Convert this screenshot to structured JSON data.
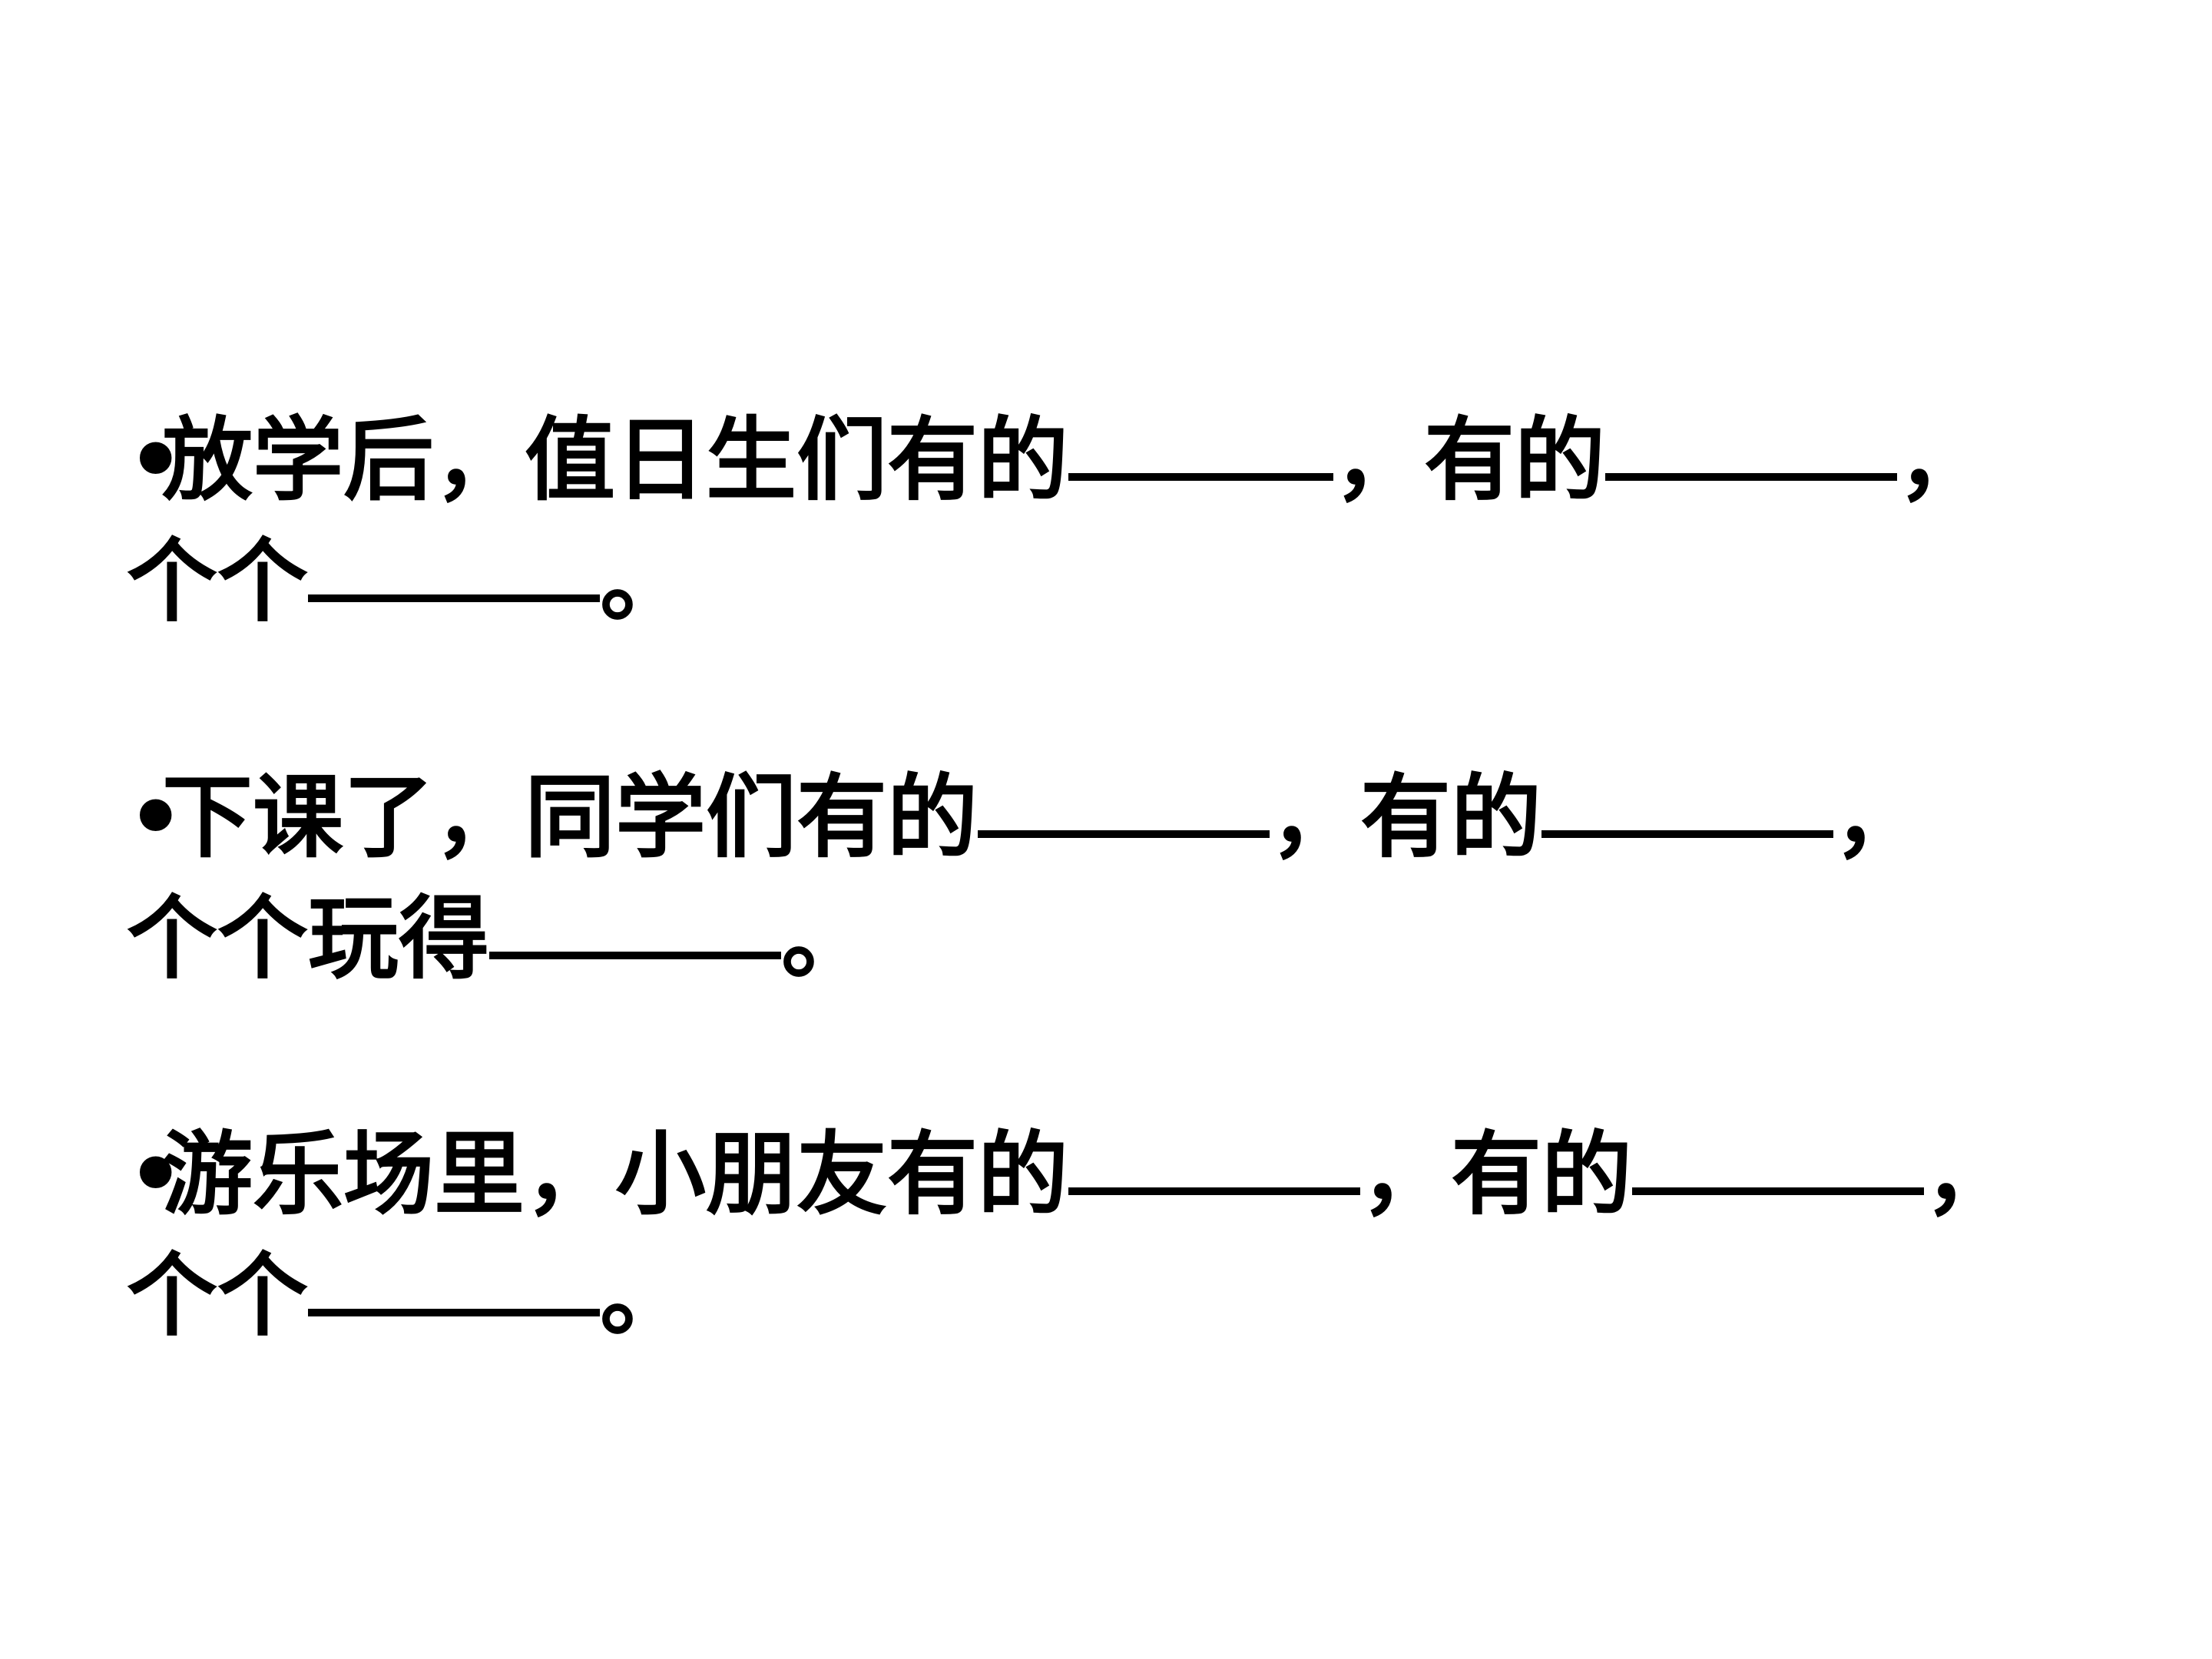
{
  "exercises": [
    {
      "bullet": "•",
      "line1_a": "放学后，值日生们有的",
      "line1_b": "，有的",
      "line1_c": "，",
      "line2_a": "个个",
      "line2_b": "。"
    },
    {
      "bullet": "•",
      "line1_a": "下课了，同学们有的",
      "line1_b": "，有的",
      "line1_c": "，",
      "line2_a": "个个玩得",
      "line2_b": "。"
    },
    {
      "bullet": "•",
      "line1_a": "游乐场里，小朋友有的",
      "line1_b": "，有的",
      "line1_c": "，",
      "line2_a": "个个",
      "line2_b": "。"
    }
  ]
}
